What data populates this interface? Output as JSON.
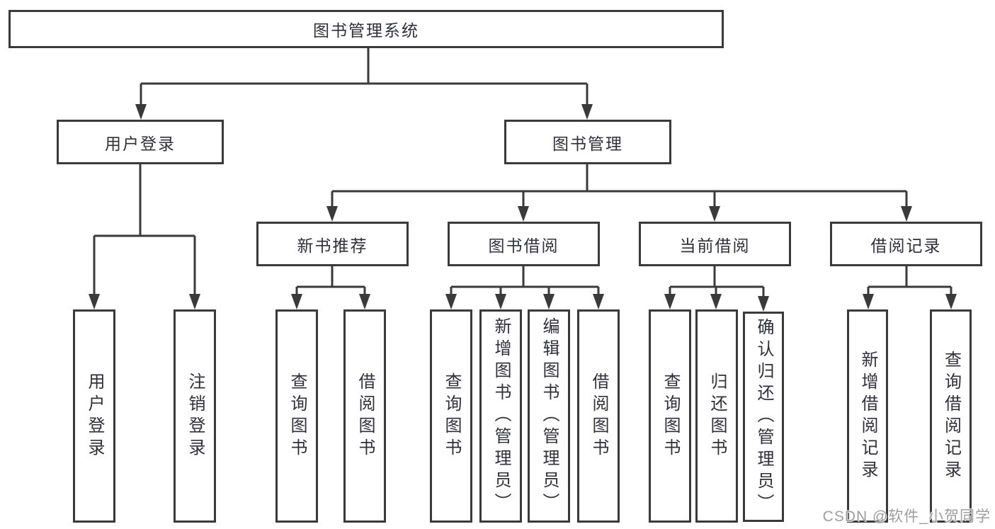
{
  "nodes": {
    "root": {
      "label": "图书管理系统"
    },
    "user_login": {
      "label": "用户登录"
    },
    "book_mgmt": {
      "label": "图书管理"
    },
    "new_book_rec": {
      "label": "新书推荐"
    },
    "book_borrow": {
      "label": "图书借阅"
    },
    "current_borrow": {
      "label": "当前借阅"
    },
    "borrow_records": {
      "label": "借阅记录"
    },
    "leaf_user_login": {
      "label": "用户登录"
    },
    "leaf_logout": {
      "label": "注销登录"
    },
    "leaf_nbr_query": {
      "label": "查询图书"
    },
    "leaf_nbr_borrow": {
      "label": "借阅图书"
    },
    "leaf_bb_query": {
      "label": "查询图书"
    },
    "leaf_bb_add": {
      "label": "新增图书（管理员）"
    },
    "leaf_bb_edit": {
      "label": "编辑图书（管理员）"
    },
    "leaf_bb_borrow": {
      "label": "借阅图书"
    },
    "leaf_cb_query": {
      "label": "查询图书"
    },
    "leaf_cb_return": {
      "label": "归还图书"
    },
    "leaf_cb_confirm": {
      "label": "确认归还（管理员）"
    },
    "leaf_br_add": {
      "label": "新增借阅记录"
    },
    "leaf_br_query": {
      "label": "查询借阅记录"
    }
  },
  "hierarchy": {
    "图书管理系统": {
      "用户登录": [
        "用户登录",
        "注销登录"
      ],
      "图书管理": {
        "新书推荐": [
          "查询图书",
          "借阅图书"
        ],
        "图书借阅": [
          "查询图书",
          "新增图书（管理员）",
          "编辑图书（管理员）",
          "借阅图书"
        ],
        "当前借阅": [
          "查询图书",
          "归还图书",
          "确认归还（管理员）"
        ],
        "借阅记录": [
          "新增借阅记录",
          "查询借阅记录"
        ]
      }
    }
  },
  "colors": {
    "line": "#3a3a3a",
    "text": "#30303a",
    "watermark": "#9e9e9e",
    "background": "#ffffff"
  },
  "watermark": {
    "text": "CSDN @软件_小贺同学"
  }
}
